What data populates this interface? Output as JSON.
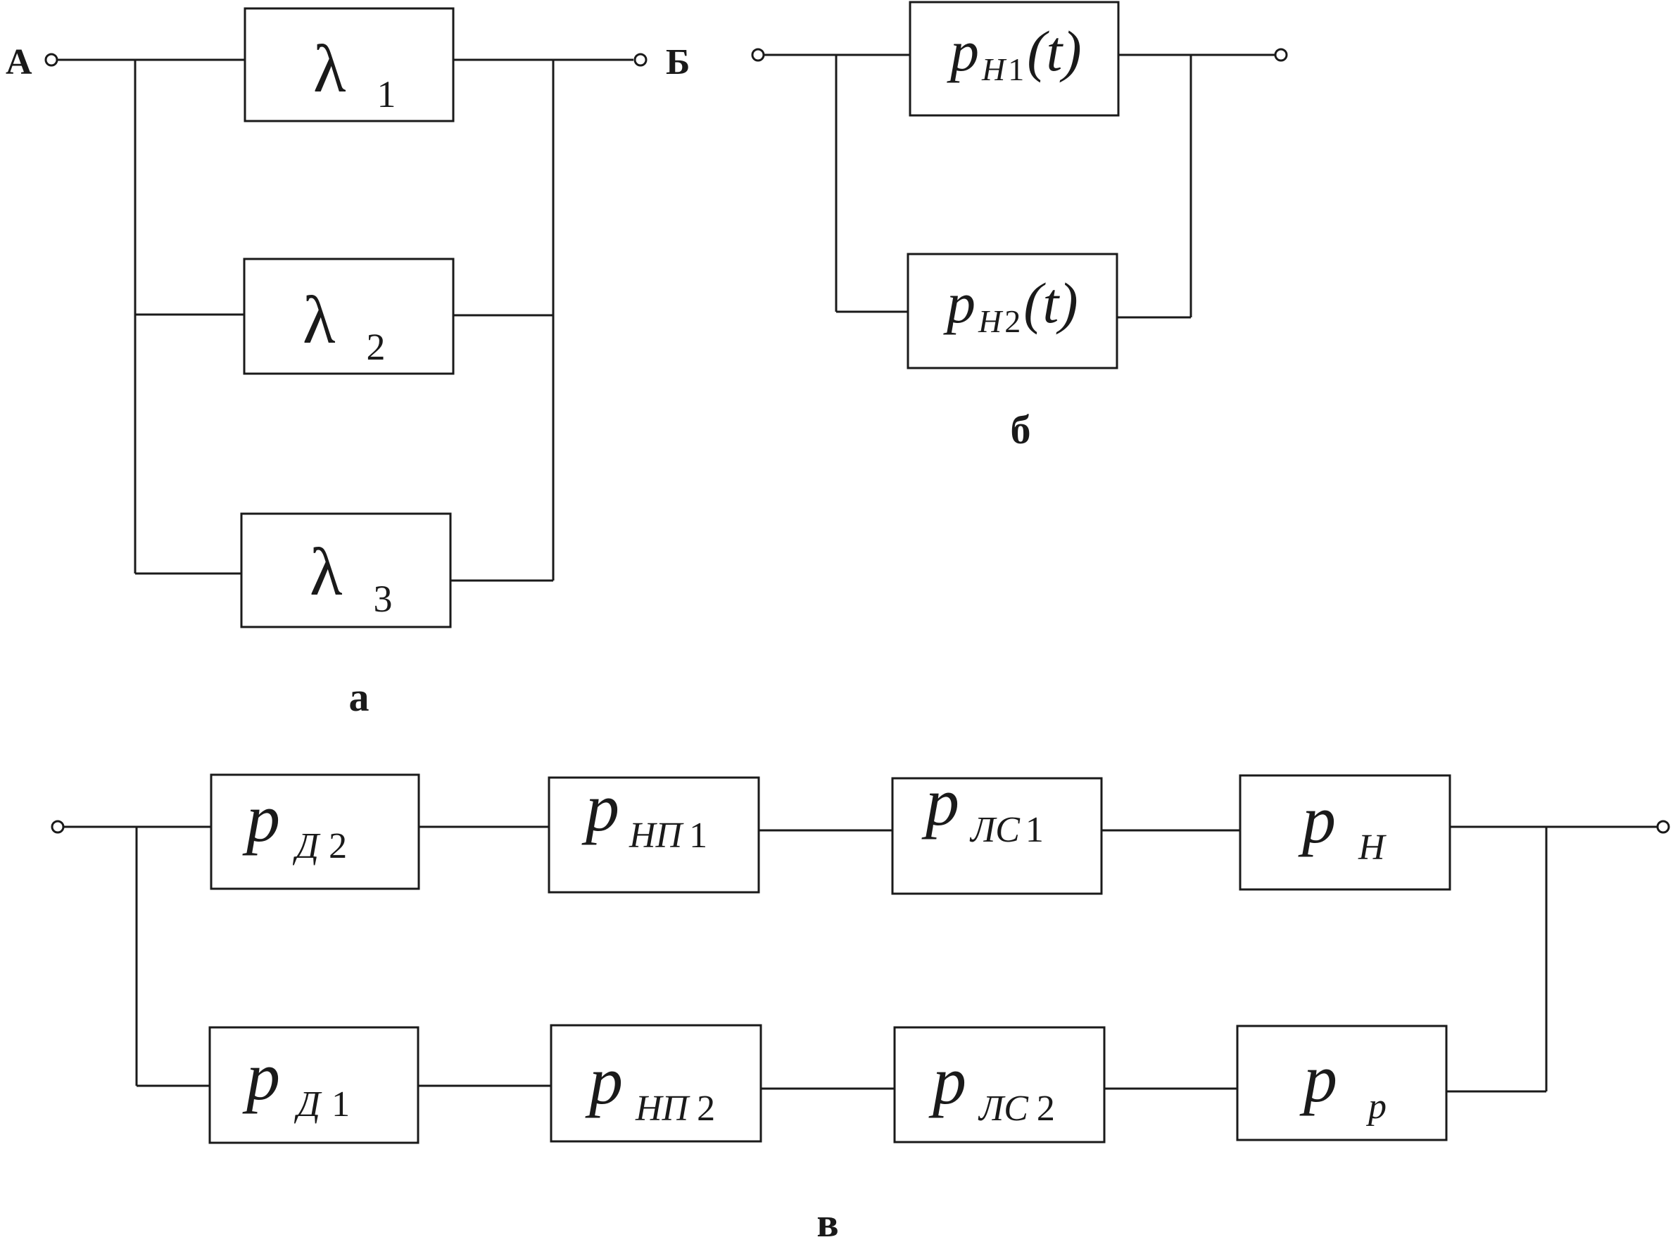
{
  "diagram_a": {
    "terminal_in": "А",
    "terminal_out": "Б",
    "blocks": [
      {
        "symbol": "λ",
        "index": "1"
      },
      {
        "symbol": "λ",
        "index": "2"
      },
      {
        "symbol": "λ",
        "index": "3"
      }
    ],
    "caption": "а"
  },
  "diagram_b": {
    "blocks": [
      {
        "symbol": "p",
        "sub": "H",
        "subnum": "1",
        "arg": "(t)"
      },
      {
        "symbol": "p",
        "sub": "H",
        "subnum": "2",
        "arg": "(t)"
      }
    ],
    "caption": "б"
  },
  "diagram_c": {
    "top_chain": [
      {
        "symbol": "p",
        "sub": "Д",
        "subnum": "2"
      },
      {
        "symbol": "p",
        "sub": "НП",
        "subnum": "1"
      },
      {
        "symbol": "p",
        "sub": "ЛС",
        "subnum": "1"
      },
      {
        "symbol": "p",
        "sub": "Н",
        "subnum": ""
      }
    ],
    "bottom_chain": [
      {
        "symbol": "p",
        "sub": "Д",
        "subnum": "1"
      },
      {
        "symbol": "p",
        "sub": "НП",
        "subnum": "2"
      },
      {
        "symbol": "p",
        "sub": "ЛС",
        "subnum": "2"
      },
      {
        "symbol": "p",
        "sub": "р",
        "subnum": ""
      }
    ],
    "caption": "в"
  },
  "colors": {
    "stroke": "#1a1a1a",
    "background": "#ffffff"
  }
}
